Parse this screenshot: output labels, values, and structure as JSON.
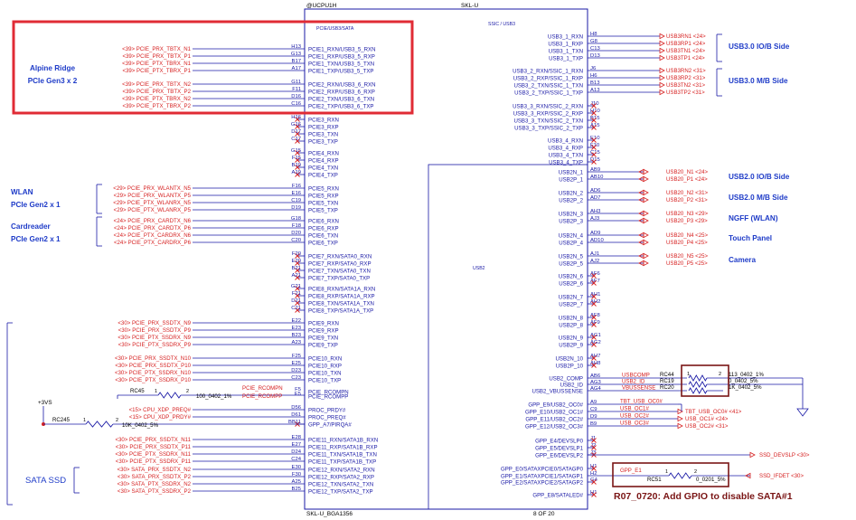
{
  "header": {
    "ref": "@UCPU1H",
    "part": "SKL-U"
  },
  "footer": {
    "part": "SKL-U_BGA1356",
    "page": "8 OF 20"
  },
  "section_labels": {
    "pcie_usb_sata": "PCIE/USB3/SATA",
    "ssic": "SSIC / USB3",
    "usb2": "USB2"
  },
  "groups": [
    {
      "lines": [
        "Alpine Ridge",
        "PCIe Gen3 x 2"
      ]
    },
    {
      "lines": [
        "WLAN",
        "PCIe Gen2 x 1"
      ]
    },
    {
      "lines": [
        "Cardreader",
        "PCIe Gen2 x 1"
      ]
    },
    {
      "lines": [
        "SATA SSD"
      ]
    }
  ],
  "side_labels": [
    "USB3.0 IO/B Side",
    "USB3.0 M/B Side",
    "USB2.0 IO/B Side",
    "USB2.0 M/B Side",
    "NGFF (WLAN)",
    "Touch Panel",
    "Camera"
  ],
  "left_pins": [
    {
      "net": "<39> PCIE_PRX_TBTX_N1",
      "ball": "H13",
      "pin": "PCIE1_RXN/USB3_5_RXN"
    },
    {
      "net": "<39> PCIE_PRX_TBTX_P1",
      "ball": "G13",
      "pin": "PCIE1_RXP/USB3_5_RXP"
    },
    {
      "net": "<39> PCIE_PTX_TBRX_N1",
      "ball": "B17",
      "pin": "PCIE1_TXN/USB3_5_TXN"
    },
    {
      "net": "<39> PCIE_PTX_TBRX_P1",
      "ball": "A17",
      "pin": "PCIE1_TXP/USB3_5_TXP"
    },
    {
      "net": "<39> PCIE_PRX_TBTX_N2",
      "ball": "G11",
      "pin": "PCIE2_RXN/USB3_6_RXN"
    },
    {
      "net": "<39> PCIE_PRX_TBTX_P2",
      "ball": "F11",
      "pin": "PCIE2_RXP/USB3_6_RXP"
    },
    {
      "net": "<39> PCIE_PTX_TBRX_N2",
      "ball": "D16",
      "pin": "PCIE2_TXN/USB3_6_TXN"
    },
    {
      "net": "<39> PCIE_PTX_TBRX_P2",
      "ball": "C16",
      "pin": "PCIE2_TXP/USB3_6_TXP"
    },
    {
      "net": "",
      "ball": "H16",
      "pin": "PCIE3_RXN"
    },
    {
      "net": "",
      "ball": "G16",
      "pin": "PCIE3_RXP"
    },
    {
      "net": "",
      "ball": "D17",
      "pin": "PCIE3_TXN"
    },
    {
      "net": "",
      "ball": "C17",
      "pin": "PCIE3_TXP"
    },
    {
      "net": "",
      "ball": "G15",
      "pin": "PCIE4_RXN"
    },
    {
      "net": "",
      "ball": "F15",
      "pin": "PCIE4_RXP"
    },
    {
      "net": "",
      "ball": "B19",
      "pin": "PCIE4_TXN"
    },
    {
      "net": "",
      "ball": "A19",
      "pin": "PCIE4_TXP"
    },
    {
      "net": "<29> PCIE_PRX_WLANTX_N5",
      "ball": "F16",
      "pin": "PCIE5_RXN"
    },
    {
      "net": "<29> PCIE_PRX_WLANTX_P5",
      "ball": "E16",
      "pin": "PCIE5_RXP"
    },
    {
      "net": "<29> PCIE_PTX_WLANRX_N5",
      "ball": "C19",
      "pin": "PCIE5_TXN"
    },
    {
      "net": "<29> PCIE_PTX_WLANRX_P5",
      "ball": "D19",
      "pin": "PCIE5_TXP"
    },
    {
      "net": "<24> PCIE_PRX_CARDTX_N6",
      "ball": "G18",
      "pin": "PCIE6_RXN"
    },
    {
      "net": "<24> PCIE_PRX_CARDTX_P6",
      "ball": "F18",
      "pin": "PCIE6_RXP"
    },
    {
      "net": "<24> PCIE_PTX_CARDRX_N6",
      "ball": "D20",
      "pin": "PCIE6_TXN"
    },
    {
      "net": "<24> PCIE_PTX_CARDRX_P6",
      "ball": "C20",
      "pin": "PCIE6_TXP"
    },
    {
      "net": "",
      "ball": "F20",
      "pin": "PCIE7_RXN/SATA0_RXN"
    },
    {
      "net": "",
      "ball": "E20",
      "pin": "PCIE7_RXP/SATA0_RXP"
    },
    {
      "net": "",
      "ball": "B21",
      "pin": "PCIE7_TXN/SATA0_TXN"
    },
    {
      "net": "",
      "ball": "A21",
      "pin": "PCIE7_TXP/SATA0_TXP"
    },
    {
      "net": "",
      "ball": "G21",
      "pin": "PCIE8_RXN/SATA1A_RXN"
    },
    {
      "net": "",
      "ball": "F21",
      "pin": "PCIE8_RXP/SATA1A_RXP"
    },
    {
      "net": "",
      "ball": "D21",
      "pin": "PCIE8_TXN/SATA1A_TXN"
    },
    {
      "net": "",
      "ball": "C21",
      "pin": "PCIE8_TXP/SATA1A_TXP"
    },
    {
      "net": "<30> PCIE_PRX_SSDTX_N9",
      "ball": "E22",
      "pin": "PCIE9_RXN"
    },
    {
      "net": "<30> PCIE_PRX_SSDTX_P9",
      "ball": "E23",
      "pin": "PCIE9_RXP"
    },
    {
      "net": "<30> PCIE_PTX_SSDRX_N9",
      "ball": "B23",
      "pin": "PCIE9_TXN"
    },
    {
      "net": "<30> PCIE_PTX_SSDRX_P9",
      "ball": "A23",
      "pin": "PCIE9_TXP"
    },
    {
      "net": "<30> PCIE_PRX_SSDTX_N10",
      "ball": "F25",
      "pin": "PCIE10_RXN"
    },
    {
      "net": "<30> PCIE_PRX_SSDTX_P10",
      "ball": "E25",
      "pin": "PCIE10_RXP"
    },
    {
      "net": "<30> PCIE_PTX_SSDRX_N10",
      "ball": "D23",
      "pin": "PCIE10_TXN"
    },
    {
      "net": "<30> PCIE_PTX_SSDRX_P10",
      "ball": "C23",
      "pin": "PCIE10_TXP"
    },
    {
      "net": "",
      "ball": "F5",
      "pin": "PCIE_RCOMPN"
    },
    {
      "net": "",
      "ball": "E5",
      "pin": "PCIE_RCOMPP"
    },
    {
      "net": "<15> CPU_XDP_PREQ#",
      "ball": "D56",
      "pin": "PROC_PRDY#"
    },
    {
      "net": "<15> CPU_XDP_PRDY#",
      "ball": "D61",
      "pin": "PROC_PREQ#"
    },
    {
      "net": "",
      "ball": "BB11",
      "pin": "GPP_A7/PIRQA#"
    },
    {
      "net": "<30> PCIE_PRX_SSDTX_N11",
      "ball": "E28",
      "pin": "PCIE11_RXN/SATA1B_RXN"
    },
    {
      "net": "<30> PCIE_PRX_SSDTX_P11",
      "ball": "E27",
      "pin": "PCIE11_RXP/SATA1B_RXP"
    },
    {
      "net": "<30> PCIE_PTX_SSDRX_N11",
      "ball": "D24",
      "pin": "PCIE11_TXN/SATA1B_TXN"
    },
    {
      "net": "<30> PCIE_PTX_SSDRX_P11",
      "ball": "C24",
      "pin": "PCIE11_TXP/SATA1B_TXP"
    },
    {
      "net": "<30> SATA_PRX_SSDTX_N2",
      "ball": "E30",
      "pin": "PCIE12_RXN/SATA2_RXN"
    },
    {
      "net": "<30> SATA_PRX_SSDTX_P2",
      "ball": "F30",
      "pin": "PCIE12_RXP/SATA2_RXP"
    },
    {
      "net": "<30> SATA_PTX_SSDRX_N2",
      "ball": "A25",
      "pin": "PCIE12_TXN/SATA2_TXN"
    },
    {
      "net": "<30> SATA_PTX_SSDRX_P2",
      "ball": "B25",
      "pin": "PCIE12_TXP/SATA2_TXP"
    }
  ],
  "usb3_pins": [
    {
      "pin": "USB3_1_RXN",
      "ball": "H8",
      "net": "USB3RN1 <24>"
    },
    {
      "pin": "USB3_1_RXP",
      "ball": "G8",
      "net": "USB3RP1 <24>"
    },
    {
      "pin": "USB3_1_TXN",
      "ball": "C13",
      "net": "USB3TN1 <24>"
    },
    {
      "pin": "USB3_1_TXP",
      "ball": "D13",
      "net": "USB3TP1 <24>"
    },
    {
      "pin": "USB3_2_RXN/SSIC_1_RXN",
      "ball": "J6",
      "net": "USB3RN2 <31>"
    },
    {
      "pin": "USB3_2_RXP/SSIC_1_RXP",
      "ball": "H6",
      "net": "USB3RP2 <31>"
    },
    {
      "pin": "USB3_2_TXN/SSIC_1_TXN",
      "ball": "B13",
      "net": "USB3TN2 <31>"
    },
    {
      "pin": "USB3_2_TXP/SSIC_1_TXP",
      "ball": "A13",
      "net": "USB3TP2 <31>"
    },
    {
      "pin": "USB3_3_RXN/SSIC_2_RXN",
      "ball": "J10",
      "net": ""
    },
    {
      "pin": "USB3_3_RXP/SSIC_2_RXP",
      "ball": "H10",
      "net": ""
    },
    {
      "pin": "USB3_3_TXN/SSIC_2_TXN",
      "ball": "B15",
      "net": ""
    },
    {
      "pin": "USB3_3_TXP/SSIC_2_TXP",
      "ball": "A15",
      "net": ""
    },
    {
      "pin": "USB3_4_RXN",
      "ball": "E10",
      "net": ""
    },
    {
      "pin": "USB3_4_RXP",
      "ball": "F10",
      "net": ""
    },
    {
      "pin": "USB3_4_TXN",
      "ball": "C15",
      "net": ""
    },
    {
      "pin": "USB3_4_TXP",
      "ball": "D15",
      "net": ""
    }
  ],
  "usb2_pins": [
    {
      "pin": "USB2N_1",
      "ball": "AB9",
      "net": "USB20_N1 <24>"
    },
    {
      "pin": "USB2P_1",
      "ball": "AB10",
      "net": "USB20_P1 <24>"
    },
    {
      "pin": "USB2N_2",
      "ball": "AD6",
      "net": "USB20_N2 <31>"
    },
    {
      "pin": "USB2P_2",
      "ball": "AD7",
      "net": "USB20_P2 <31>"
    },
    {
      "pin": "USB2N_3",
      "ball": "AH3",
      "net": "USB20_N3 <29>"
    },
    {
      "pin": "USB2P_3",
      "ball": "AJ3",
      "net": "USB20_P3 <29>"
    },
    {
      "pin": "USB2N_4",
      "ball": "AD9",
      "net": "USB20_N4 <25>"
    },
    {
      "pin": "USB2P_4",
      "ball": "AD10",
      "net": "USB20_P4 <25>"
    },
    {
      "pin": "USB2N_5",
      "ball": "AJ1",
      "net": "USB20_N5 <25>"
    },
    {
      "pin": "USB2P_5",
      "ball": "AJ2",
      "net": "USB20_P5 <25>"
    },
    {
      "pin": "USB2N_6",
      "ball": "AF6",
      "net": ""
    },
    {
      "pin": "USB2P_6",
      "ball": "AF7",
      "net": ""
    },
    {
      "pin": "USB2N_7",
      "ball": "AH1",
      "net": ""
    },
    {
      "pin": "USB2P_7",
      "ball": "AH2",
      "net": ""
    },
    {
      "pin": "USB2N_8",
      "ball": "AF8",
      "net": ""
    },
    {
      "pin": "USB2P_8",
      "ball": "AF9",
      "net": ""
    },
    {
      "pin": "USB2N_9",
      "ball": "AG1",
      "net": ""
    },
    {
      "pin": "USB2P_9",
      "ball": "AG2",
      "net": ""
    },
    {
      "pin": "USB2N_10",
      "ball": "AH7",
      "net": ""
    },
    {
      "pin": "USB2P_10",
      "ball": "AH8",
      "net": ""
    }
  ],
  "usb_misc_pins": [
    {
      "pin": "USB2_COMP",
      "ball": "AB6",
      "net": "USBCOMP"
    },
    {
      "pin": "USB2_ID",
      "ball": "AG3",
      "net": "USB2_ID"
    },
    {
      "pin": "USB2_VBUSSENSE",
      "ball": "AG4",
      "net": "VBUSSENSE"
    }
  ],
  "gpp_pins": [
    {
      "pin": "GPP_E9/USB2_OC0#",
      "ball": "A9",
      "net": "TBT_USB_OC0#"
    },
    {
      "pin": "GPP_E10/USB2_OC1#",
      "ball": "C9",
      "net": "USB_OC1#"
    },
    {
      "pin": "GPP_E11/USB2_OC2#",
      "ball": "D9",
      "net": "USB_OC2#"
    },
    {
      "pin": "GPP_E12/USB2_OC3#",
      "ball": "B9",
      "net": "USB_OC3#"
    },
    {
      "pin": "GPP_E4/DEVSLP0",
      "ball": "J1",
      "net": ""
    },
    {
      "pin": "GPP_E5/DEVSLP1",
      "ball": "J2",
      "net": ""
    },
    {
      "pin": "GPP_E6/DEVSLP2",
      "ball": "J3",
      "net": ""
    },
    {
      "pin": "GPP_E0/SATAXPCIE0/SATAGP0",
      "ball": "H1",
      "net": ""
    },
    {
      "pin": "GPP_E1/SATAXPCIE1/SATAGP1",
      "ball": "H2",
      "net": "GPP_E1"
    },
    {
      "pin": "GPP_E2/SATAXPCIE2/SATAGP2",
      "ball": "G4",
      "net": ""
    },
    {
      "pin": "GPP_E8/SATALED#",
      "ball": "H1",
      "net": ""
    }
  ],
  "oc_outputs": [
    "TBT_USB_OC0# <41>",
    "USB_OC1# <24>",
    "USB_OC2# <31>"
  ],
  "resistors": {
    "rc44": {
      "ref": "RC44",
      "val": "113_0402_1%"
    },
    "rc19": {
      "ref": "RC19",
      "val": "0_0402_5%"
    },
    "rc20": {
      "ref": "RC20",
      "val": "1K_0402_5%"
    },
    "rc45": {
      "ref": "RC45",
      "val": "100_0402_1%"
    },
    "rc245": {
      "ref": "RC245",
      "val": "10K_0402_5%"
    },
    "rc51": {
      "ref": "RC51",
      "val": "0_0201_5%"
    },
    "pin1": "1",
    "pin2": "2"
  },
  "rcomp_nets": {
    "n": "PCIE_RCOMPN",
    "p": "PCIE_RCOMPP"
  },
  "power": "+3VS",
  "ssd_nets": {
    "devslp": "SSD_DEVSLP <30>",
    "ifdet": "SSD_IFDET <30>"
  },
  "note": "R07_0720: Add GPIO to disable SATA#1",
  "colors": {
    "wire": "#1a1aa6",
    "net": "#d62020",
    "label": "#1f3cc8",
    "highlight": "#e02b35",
    "box": "#7a1515"
  }
}
